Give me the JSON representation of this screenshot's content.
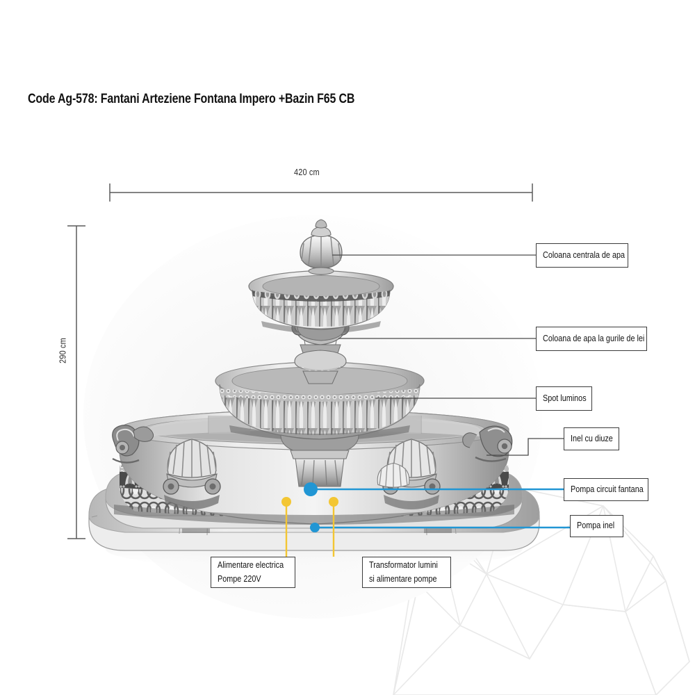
{
  "page": {
    "title": "Code Ag-578: Fantani Arteziene Fontana Impero +Bazin F65 CB",
    "background_color": "#ffffff"
  },
  "dimensions": {
    "width": {
      "value": "420 cm",
      "orientation": "horizontal"
    },
    "height": {
      "value": "290 cm",
      "orientation": "vertical"
    }
  },
  "colors": {
    "blue_marker": "#2196d4",
    "yellow_marker": "#f3c633",
    "leader_gray": "#4a4a4a",
    "box_border": "#3b3b3b",
    "mesh_watermark": "#e8e8e8",
    "text": "#131313"
  },
  "callouts": [
    {
      "id": "coloana-centrala",
      "label": "Coloana centrala de apa",
      "connector_color": "gray",
      "marker": "none"
    },
    {
      "id": "coloana-gurile",
      "label": "Coloana de apa la gurile de lei",
      "connector_color": "gray",
      "marker": "none"
    },
    {
      "id": "spot-luminos",
      "label": "Spot luminos",
      "connector_color": "gray",
      "marker": "none"
    },
    {
      "id": "inel-diuze",
      "label": "Inel cu diuze",
      "connector_color": "gray",
      "marker": "none"
    },
    {
      "id": "pompa-circuit",
      "label": "Pompa circuit fantana",
      "connector_color": "blue",
      "marker": "blue"
    },
    {
      "id": "pompa-inel",
      "label": "Pompa inel",
      "connector_color": "blue",
      "marker": "blue"
    },
    {
      "id": "alimentare-electrica",
      "line1": "Alimentare electrica",
      "line2": "Pompe 220V",
      "connector_color": "yellow",
      "marker": "yellow"
    },
    {
      "id": "transformator",
      "line1": "Transformator lumini",
      "line2": "si alimentare pompe",
      "connector_color": "yellow",
      "marker": "yellow"
    }
  ],
  "artwork": {
    "subject": "two-tier baroque stone fountain with oval surrounding basin",
    "style": "grayscale photograph cutout"
  }
}
